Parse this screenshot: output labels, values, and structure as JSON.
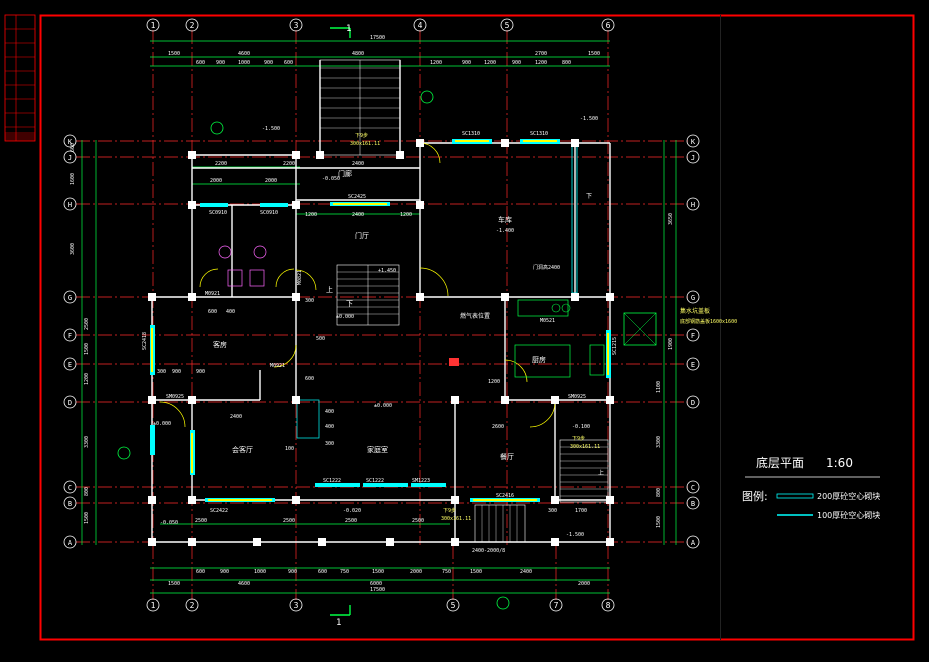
{
  "drawing": {
    "title": "底层平面",
    "scale": "1:60",
    "legend_label": "图例:",
    "legend_items": [
      {
        "text": "200厚砼空心砌块",
        "color": "#00ffff"
      },
      {
        "text": "100厚砼空心砌块",
        "color": "#00ffff"
      }
    ],
    "section_marks": [
      "1",
      "1"
    ],
    "total_dims": [
      "17500",
      "17500"
    ],
    "colors": {
      "grid": "#ff2a2a",
      "dim": "#00ff44",
      "wall": "#ffffff",
      "window": "#00ffff",
      "border": "#ff0000",
      "window_fill": "#ffff00"
    }
  },
  "grid_top": [
    "1",
    "2",
    "3",
    "4",
    "5",
    "6"
  ],
  "grid_bottom": [
    "1",
    "2",
    "3",
    "5",
    "7",
    "8"
  ],
  "grid_rows": [
    "K",
    "J",
    "H",
    "G",
    "F",
    "E",
    "D",
    "C",
    "B",
    "A"
  ],
  "dims": {
    "top_row1": [
      "1500",
      "4600",
      "4800",
      "2700",
      "1500"
    ],
    "top_row2": [
      "600",
      "900",
      "1000",
      "900",
      "600",
      "1200",
      "900",
      "1200",
      "900",
      "1200",
      "800"
    ],
    "bottom_row1": [
      "1500",
      "4600",
      "6000",
      "2000"
    ],
    "bottom_row2": [
      "600",
      "900",
      "1000",
      "900",
      "600",
      "750",
      "1500",
      "2000",
      "750",
      "1500",
      "2400"
    ],
    "left": [
      "600",
      "1600",
      "3600",
      "2500",
      "1500",
      "1200",
      "3300",
      "800",
      "1500"
    ],
    "right": [
      "3650",
      "1900",
      "1100",
      "3300",
      "800",
      "1500"
    ],
    "interior": [
      "2200",
      "2200",
      "2000",
      "2000",
      "1200",
      "2400",
      "1200",
      "2400",
      "2500",
      "2500",
      "2500",
      "2500",
      "1700",
      "2600",
      "900",
      "900",
      "300",
      "600",
      "400",
      "1200",
      "400",
      "300",
      "100",
      "400",
      "600",
      "500",
      "300",
      "300",
      "2400",
      "2400-2000/8"
    ]
  },
  "rooms": {
    "gate": "门廊",
    "hall": "门厅",
    "garage": "车库",
    "bedroom": "客房",
    "living": "会客厅",
    "family": "家庭室",
    "dining": "餐厅",
    "kitchen": "厨房",
    "gas": "燃气表位置",
    "garage_door": "门洞高2400",
    "water_tank": "集水坑盖板",
    "water_tank2": "底部钢筋盖板1600x1600"
  },
  "levels": {
    "ext_sw": "-1.500",
    "ext_ne": "-1.500",
    "gate": "-0.050",
    "garage": "-1.400",
    "stair": "+1.450",
    "hall": "±0.000",
    "hall2": "±0.000",
    "bedroom": "±0.000",
    "kitchen": "-0.100",
    "south": "-0.050",
    "se": "-1.500",
    "living": "-0.020"
  },
  "openings": {
    "sc_north1": "SC1310",
    "sc_north2": "SC1310",
    "sc_gate": "SC2425",
    "sc_bath1": "SC0910",
    "sc_bath2": "SC0910",
    "sc_south1": "SC1222",
    "sc_south2": "SC1222",
    "sc_south3": "SM1223",
    "sc_south4": "SC2416",
    "sc_living": "SC2422",
    "sc_west": "SC2418",
    "sc_east": "SC1215",
    "m_bath": "M0921",
    "m_room": "M0921",
    "m_hall": "M0821",
    "m_bed": "SM0925",
    "m_kit": "SM0925",
    "m_gar": "M0521"
  },
  "notes": {
    "stair_n": "下9步",
    "stair_n2": "300x161.11",
    "stair_s": "下9步",
    "stair_s2": "300x161.11",
    "stair_e": "下9步",
    "stair_e2": "300x161.11",
    "dn": "下",
    "up": "上",
    "dn2": "下",
    "ud": "上"
  }
}
